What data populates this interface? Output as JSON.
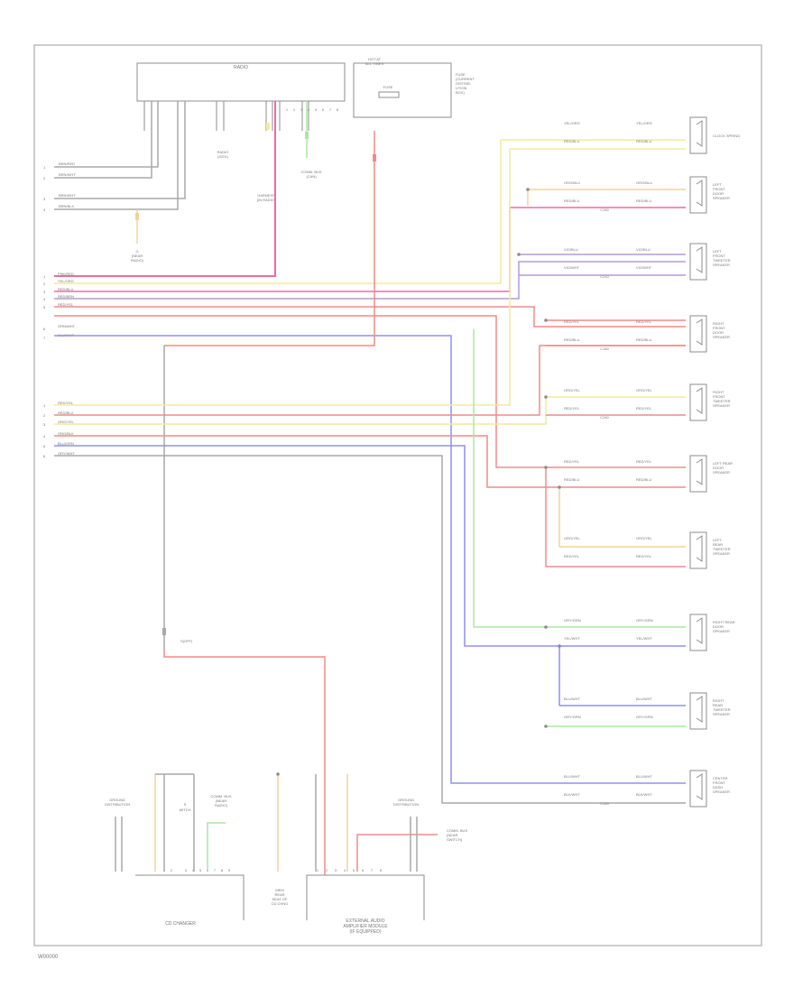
{
  "diagram": {
    "page_ref": "W00000",
    "colors": {
      "frame": "#bdbdbd",
      "component": "#8c8c8c",
      "ground": "#8c8c8c",
      "wire_pink": "#f06aa0",
      "wire_red": "#f28a8a",
      "wire_yellow": "#f3ec9a",
      "wire_orange": "#f0d39a",
      "wire_blue": "#8f8ff5",
      "wire_violet": "#b69ad8",
      "wire_green": "#a8e8a0",
      "wire_gray": "#a8a8a8",
      "text": "#7a7a7a"
    },
    "top_component": {
      "label": "RADIO"
    },
    "fuse_block": {
      "label_lines": [
        "HOT AT",
        "ALL TIMES"
      ],
      "fuse": "FUSE",
      "description_lines": [
        "FUSE",
        "(CURRENT",
        "DISTRIB-",
        "UTION",
        "BOX)"
      ]
    },
    "connector_notes": {
      "ground_g": [
        "G",
        "(NEAR",
        "RADIO)"
      ],
      "radio_splice": [
        "RADIO",
        "(S201)"
      ],
      "harness": [
        "HARNESS",
        "(IN RADIO)"
      ],
      "comm_lines": [
        "COMM. BUS",
        "(CAN)"
      ],
      "near_switch": [
        "NEAR",
        "SWITCH"
      ]
    },
    "left_wires": [
      {
        "pin": "1",
        "label": "BRN/RED"
      },
      {
        "pin": "2",
        "label": "BRN/WHT"
      },
      {
        "pin": "3",
        "label": "BRN/WHT"
      },
      {
        "pin": "4",
        "label": "BRN/BLK"
      }
    ],
    "harness_block_1": [
      {
        "pin": "1",
        "label": "PNK/RED"
      },
      {
        "pin": "2",
        "label": "YEL/ORG"
      },
      {
        "pin": "3",
        "label": "RED/BLU"
      },
      {
        "pin": "4",
        "label": "RED/BRN"
      },
      {
        "pin": "5",
        "label": "RED/YEL"
      },
      {
        "pin": "6",
        "label": "GRN/WHT"
      },
      {
        "pin": "7",
        "label": "BLU/WHT"
      }
    ],
    "harness_block_2": [
      {
        "pin": "1",
        "label": "RED/YEL"
      },
      {
        "pin": "2",
        "label": "RED/BLU"
      },
      {
        "pin": "3",
        "label": "ORG/YEL"
      },
      {
        "pin": "4",
        "label": "ORG/BLK"
      },
      {
        "pin": "5",
        "label": "BLU/GRN"
      },
      {
        "pin": "6",
        "label": "GRY/WHT"
      }
    ],
    "speakers": [
      {
        "name_lines": [
          "CLOCK SPRING"
        ],
        "wire_a": "YEL/ORG",
        "wire_b": "RED/BLU"
      },
      {
        "name_lines": [
          "LEFT",
          "FRONT",
          "DOOR",
          "SPEAKER"
        ],
        "wire_a": "ORG/BLU",
        "wire_b": "RED/BLU",
        "splice": "C160"
      },
      {
        "name_lines": [
          "LEFT",
          "FRONT",
          "TWEETER",
          "SPEAKER"
        ],
        "wire_a": "VIO/BLU",
        "wire_b": "VIO/WHT",
        "splice": "C210"
      },
      {
        "name_lines": [
          "RIGHT",
          "FRONT",
          "DOOR",
          "SPEAKER"
        ],
        "wire_a": "RED/YEL",
        "wire_b": "RED/BLU",
        "splice": "C160"
      },
      {
        "name_lines": [
          "RIGHT",
          "FRONT",
          "TWEETER",
          "SPEAKER"
        ],
        "wire_a": "ORG/YEL",
        "wire_b": "RED/YEL",
        "splice": "C240"
      },
      {
        "name_lines": [
          "LEFT REAR",
          "DOOR",
          "SPEAKER"
        ],
        "wire_a": "RED/YEL",
        "wire_b": "RED/BLU"
      },
      {
        "name_lines": [
          "LEFT",
          "REAR",
          "TWEETER",
          "SPEAKER"
        ],
        "wire_a": "ORG/YEL",
        "wire_b": "RED/YEL"
      },
      {
        "name_lines": [
          "RIGHT REAR",
          "DOOR",
          "SPEAKER"
        ],
        "wire_a": "GRY/GRN",
        "wire_b": "YEL/WHT"
      },
      {
        "name_lines": [
          "RIGHT",
          "REAR",
          "TWEETER",
          "SPEAKER"
        ],
        "wire_a": "BLU/WHT",
        "wire_b": "GRY/GRN"
      },
      {
        "name_lines": [
          "CENTER",
          "FRONT",
          "DASH",
          "SPEAKER"
        ],
        "wire_a": "BLU/WHT",
        "wire_b": "BLK/WHT",
        "splice": "C120"
      }
    ],
    "bottom": {
      "splice_label": "S(OFF)",
      "cd_changer": "CD CHANGER",
      "amp_label_lines": [
        "EXTERNAL AUDIO",
        "AMPLIFIER MODULE",
        "(IF EQUIPPED)"
      ],
      "left_ground": [
        "GROUND",
        "DISTRIBUTION"
      ],
      "right_ground": [
        "GROUND",
        "DISTRIBUTION"
      ],
      "comm_a": [
        "COMM. BUS",
        "(NEAR",
        "SWITCH)"
      ],
      "comm_b": [
        "COMM. BUS",
        "(NEAR",
        "RADIO)"
      ],
      "mid_lines": [
        "MEM",
        "REAR",
        "SEAT OF",
        "CD CHNG"
      ],
      "switch_lines": [
        "S",
        "WITCH"
      ]
    }
  }
}
